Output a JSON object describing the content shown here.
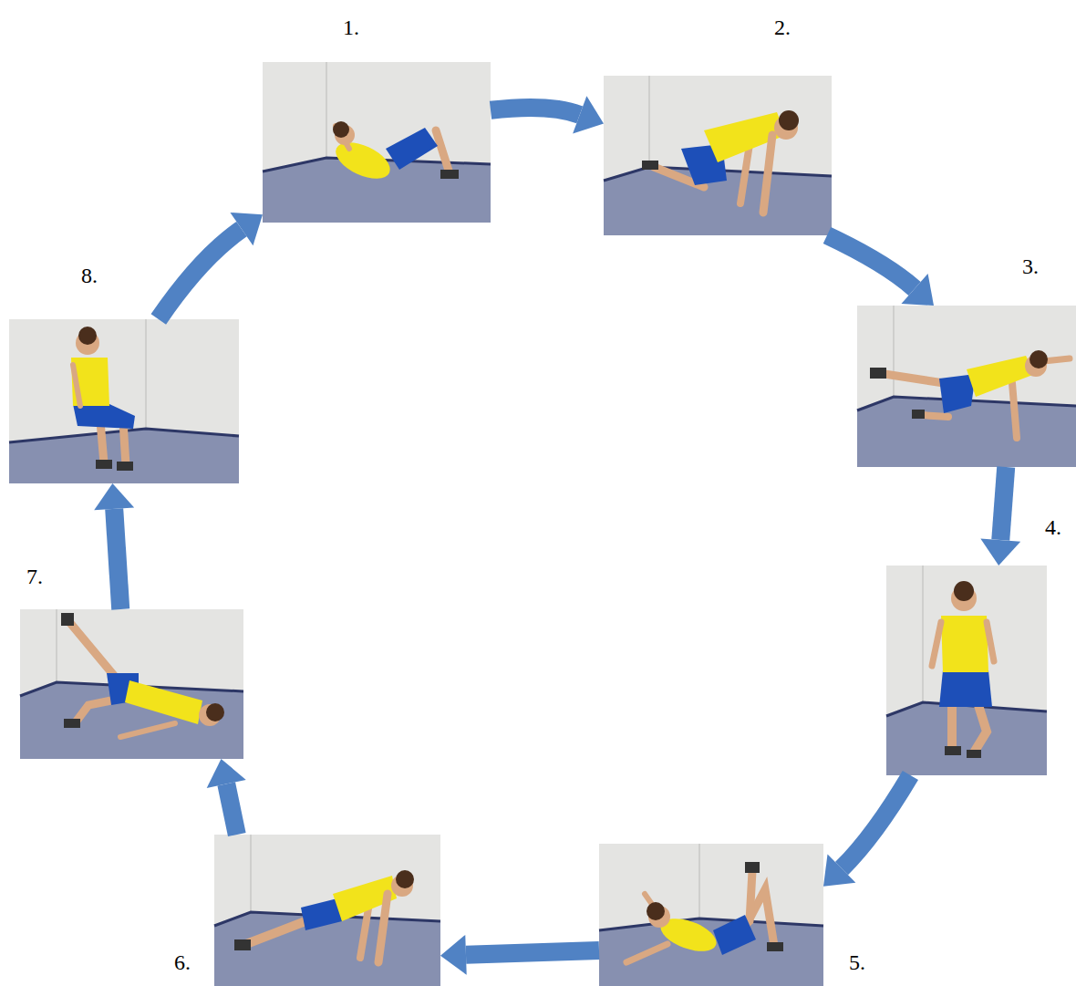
{
  "diagram": {
    "nodes": [
      {
        "text": [
          "1."
        ]
      },
      {
        "text": [
          "2."
        ]
      },
      {
        "text": [
          "3."
        ]
      },
      {
        "text": [
          "4."
        ]
      },
      {
        "text": [
          "5."
        ]
      },
      {
        "text": [
          "6."
        ]
      },
      {
        "text": [
          "7."
        ]
      },
      {
        "text": [
          "8."
        ]
      }
    ],
    "edges": [
      {
        "from": 0,
        "to": 1,
        "arrow": "to"
      },
      {
        "from": 1,
        "to": 2,
        "arrow": "to"
      },
      {
        "from": 2,
        "to": 3,
        "arrow": "to"
      },
      {
        "from": 3,
        "to": 4,
        "arrow": "to"
      },
      {
        "from": 4,
        "to": 5,
        "arrow": "to"
      },
      {
        "from": 5,
        "to": 6,
        "arrow": "to"
      },
      {
        "from": 6,
        "to": 7,
        "arrow": "to"
      },
      {
        "from": 7,
        "to": 0,
        "arrow": "to"
      }
    ]
  }
}
